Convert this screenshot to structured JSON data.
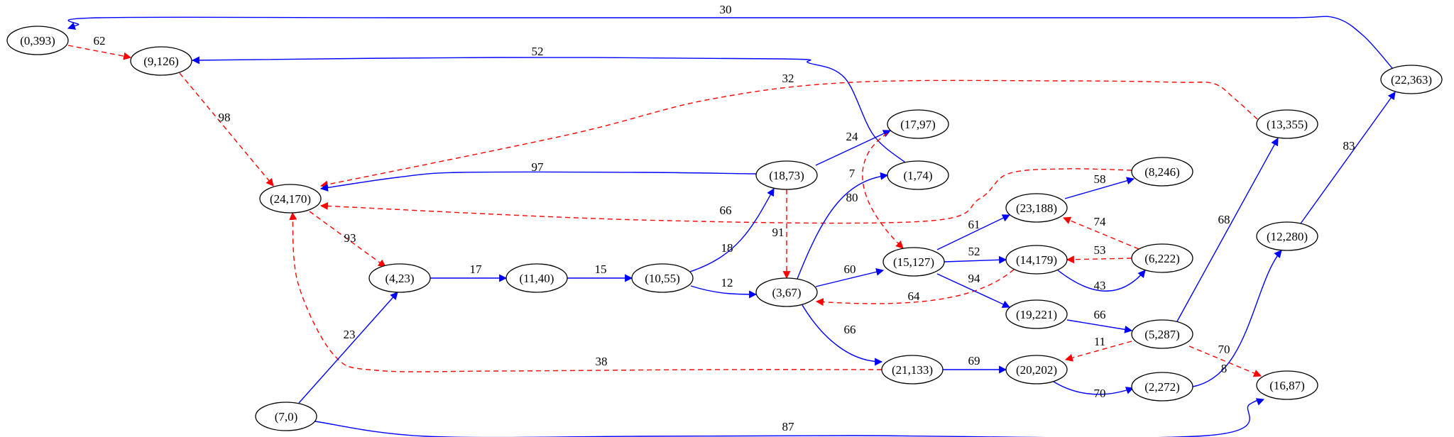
{
  "graph": {
    "colors": {
      "tree": "#0000ff",
      "back": "#ff0000",
      "node_stroke": "#000000",
      "background": "#ffffff"
    },
    "nodes": [
      {
        "id": "0",
        "label": "(0,393)"
      },
      {
        "id": "9",
        "label": "(9,126)"
      },
      {
        "id": "24",
        "label": "(24,170)"
      },
      {
        "id": "4",
        "label": "(4,23)"
      },
      {
        "id": "7",
        "label": "(7,0)"
      },
      {
        "id": "11",
        "label": "(11,40)"
      },
      {
        "id": "10",
        "label": "(10,55)"
      },
      {
        "id": "18",
        "label": "(18,73)"
      },
      {
        "id": "3",
        "label": "(3,67)"
      },
      {
        "id": "17",
        "label": "(17,97)"
      },
      {
        "id": "1",
        "label": "(1,74)"
      },
      {
        "id": "15",
        "label": "(15,127)"
      },
      {
        "id": "21",
        "label": "(21,133)"
      },
      {
        "id": "23",
        "label": "(23,188)"
      },
      {
        "id": "14",
        "label": "(14,179)"
      },
      {
        "id": "19",
        "label": "(19,221)"
      },
      {
        "id": "20",
        "label": "(20,202)"
      },
      {
        "id": "8",
        "label": "(8,246)"
      },
      {
        "id": "6",
        "label": "(6,222)"
      },
      {
        "id": "5",
        "label": "(5,287)"
      },
      {
        "id": "2",
        "label": "(2,272)"
      },
      {
        "id": "13",
        "label": "(13,355)"
      },
      {
        "id": "12",
        "label": "(12,280)"
      },
      {
        "id": "16",
        "label": "(16,87)"
      },
      {
        "id": "22",
        "label": "(22,363)"
      }
    ],
    "edges": [
      {
        "from": "22",
        "to": "0",
        "weight": "30",
        "style": "tree"
      },
      {
        "from": "0",
        "to": "9",
        "weight": "62",
        "style": "back"
      },
      {
        "from": "1",
        "to": "9",
        "weight": "52",
        "style": "tree"
      },
      {
        "from": "9",
        "to": "24",
        "weight": "98",
        "style": "back"
      },
      {
        "from": "13",
        "to": "24",
        "weight": "32",
        "style": "back"
      },
      {
        "from": "18",
        "to": "24",
        "weight": "97",
        "style": "tree"
      },
      {
        "from": "8",
        "to": "24",
        "weight": "66",
        "style": "back"
      },
      {
        "from": "24",
        "to": "4",
        "weight": "93",
        "style": "back"
      },
      {
        "from": "21",
        "to": "24",
        "weight": "38",
        "style": "back"
      },
      {
        "from": "7",
        "to": "4",
        "weight": "23",
        "style": "tree"
      },
      {
        "from": "4",
        "to": "11",
        "weight": "17",
        "style": "tree"
      },
      {
        "from": "11",
        "to": "10",
        "weight": "15",
        "style": "tree"
      },
      {
        "from": "10",
        "to": "18",
        "weight": "18",
        "style": "tree"
      },
      {
        "from": "10",
        "to": "3",
        "weight": "12",
        "style": "tree"
      },
      {
        "from": "18",
        "to": "17",
        "weight": "24",
        "style": "tree"
      },
      {
        "from": "18",
        "to": "3",
        "weight": "91",
        "style": "back"
      },
      {
        "from": "3",
        "to": "1",
        "weight": "7",
        "style": "tree"
      },
      {
        "from": "17",
        "to": "15",
        "weight": "80",
        "style": "back"
      },
      {
        "from": "3",
        "to": "15",
        "weight": "60",
        "style": "tree"
      },
      {
        "from": "3",
        "to": "21",
        "weight": "66",
        "style": "tree"
      },
      {
        "from": "14",
        "to": "3",
        "weight": "64",
        "style": "back"
      },
      {
        "from": "15",
        "to": "23",
        "weight": "61",
        "style": "tree"
      },
      {
        "from": "15",
        "to": "14",
        "weight": "52",
        "style": "tree"
      },
      {
        "from": "15",
        "to": "19",
        "weight": "94",
        "style": "tree"
      },
      {
        "from": "23",
        "to": "8",
        "weight": "58",
        "style": "tree"
      },
      {
        "from": "6",
        "to": "23",
        "weight": "74",
        "style": "back"
      },
      {
        "from": "6",
        "to": "14",
        "weight": "53",
        "style": "back"
      },
      {
        "from": "14",
        "to": "6",
        "weight": "43",
        "style": "tree"
      },
      {
        "from": "19",
        "to": "5",
        "weight": "66",
        "style": "tree"
      },
      {
        "from": "21",
        "to": "20",
        "weight": "69",
        "style": "tree"
      },
      {
        "from": "5",
        "to": "20",
        "weight": "11",
        "style": "back"
      },
      {
        "from": "20",
        "to": "2",
        "weight": "70",
        "style": "tree"
      },
      {
        "from": "5",
        "to": "16",
        "weight": "70",
        "style": "back"
      },
      {
        "from": "5",
        "to": "13",
        "weight": "68",
        "style": "tree"
      },
      {
        "from": "2",
        "to": "12",
        "weight": "8",
        "style": "tree"
      },
      {
        "from": "12",
        "to": "22",
        "weight": "83",
        "style": "tree"
      },
      {
        "from": "7",
        "to": "16",
        "weight": "87",
        "style": "tree"
      }
    ]
  }
}
